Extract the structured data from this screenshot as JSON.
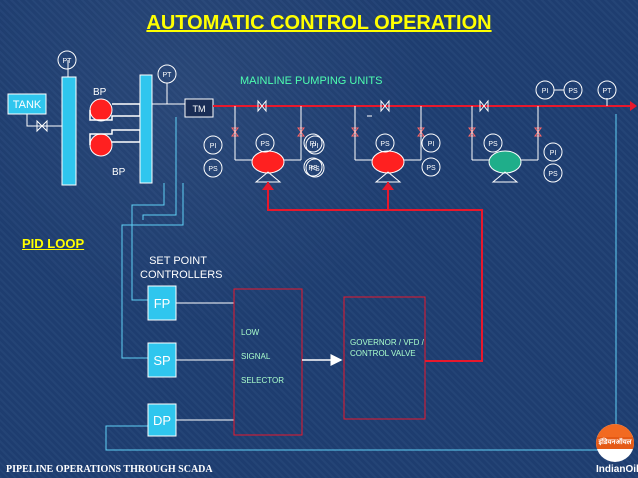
{
  "title": "AUTOMATIC CONTROL OPERATION",
  "mainline_label": "MAINLINE PUMPING UNITS",
  "tank_label": "TANK",
  "bp_top": "BP",
  "bp_bottom": "BP",
  "tm_label": "TM",
  "pid_loop": "PID LOOP",
  "set_point": "SET POINT CONTROLLERS",
  "controllers": [
    "FP",
    "SP",
    "DP"
  ],
  "selector_lines": [
    "LOW",
    "SIGNAL",
    "SELECTOR"
  ],
  "governor": "GOVERNOR / VFD / CONTROL VALVE",
  "instruments": {
    "pt_tank": "PT",
    "pt_header": "PT",
    "pi": "PI",
    "ps": "PS",
    "pt_end": "PT"
  },
  "footer": "PIPELINE OPERATIONS THROUGH SCADA",
  "logo_text": "IndianOil",
  "logo_script": "इंडियनऑयल",
  "colors": {
    "background": "#1f3f73",
    "title": "#ffff00",
    "tank": "#2fc6ee",
    "pump_red": "#ff2020",
    "pump_green": "#1fae8a",
    "control_line": "#e8182c",
    "signal_line": "#5fd0f5"
  }
}
